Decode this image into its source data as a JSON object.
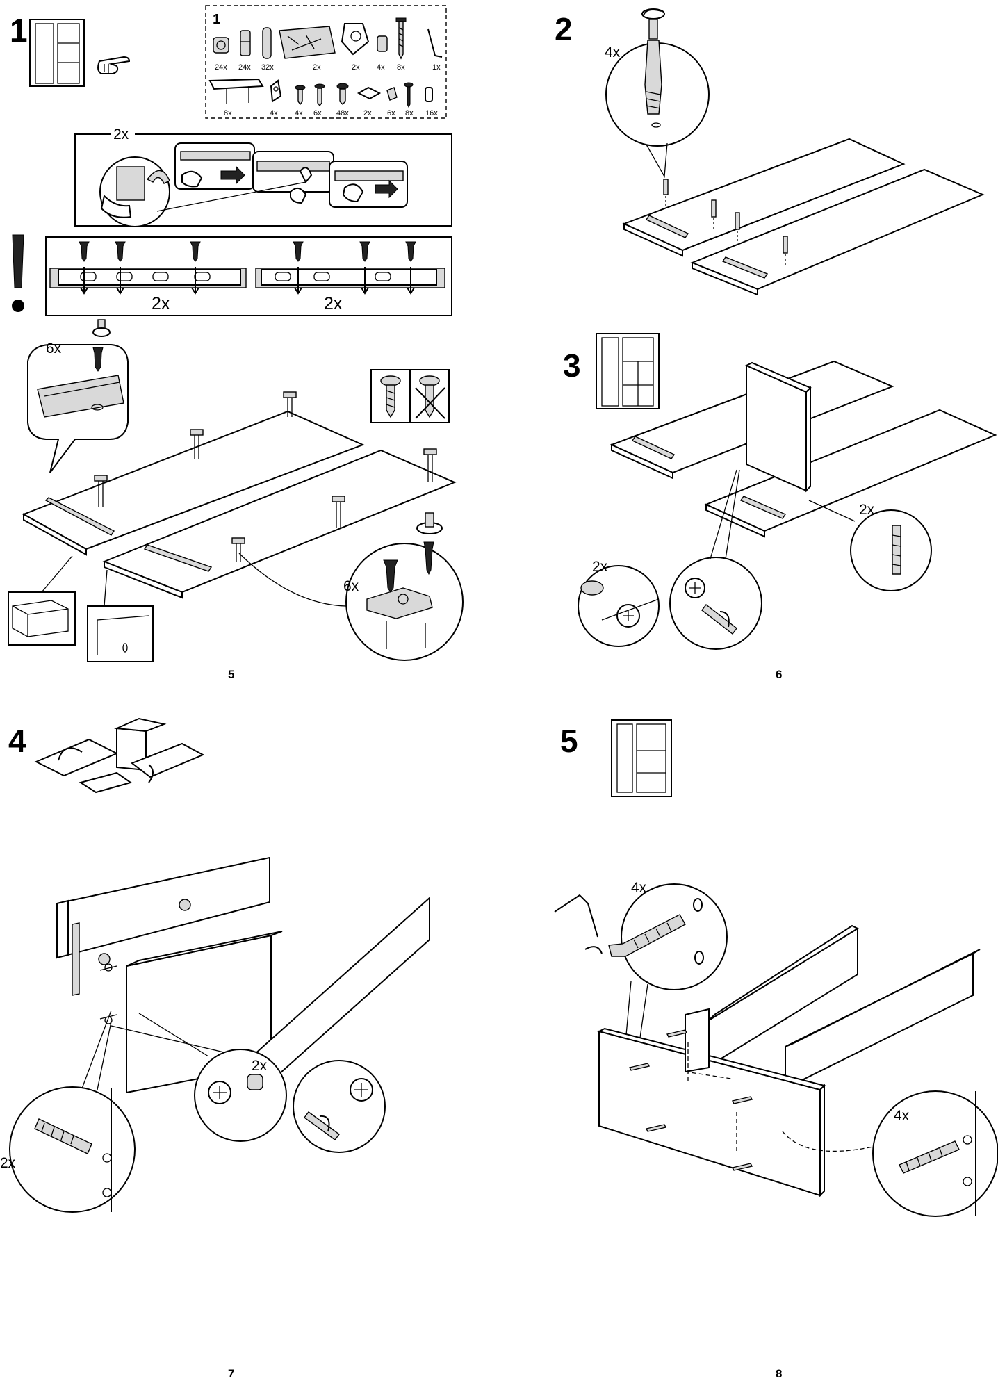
{
  "steps": [
    "1",
    "2",
    "3",
    "4",
    "5"
  ],
  "page_numbers": [
    "5",
    "6",
    "7",
    "8"
  ],
  "parts_panel": {
    "label": "1",
    "row1": [
      "24x",
      "24x",
      "32x",
      "2x",
      "2x",
      "4x",
      "8x",
      "1x"
    ],
    "row2": [
      "8x",
      "4x",
      "4x",
      "6x",
      "48x",
      "2x",
      "6x",
      "8x",
      "16x"
    ]
  },
  "step1": {
    "slide_box_qty": "2x",
    "rail_left_qty": "2x",
    "rail_right_qty": "2x",
    "detail_qty": "6x",
    "clip_qty": "6x"
  },
  "step2": {
    "dowel_qty": "4x"
  },
  "step3": {
    "dowel_qty": "2x",
    "cam_qty": "2x"
  },
  "step4": {
    "dowel_qty": "2x",
    "cam_qty": "2x"
  },
  "step5": {
    "screw_qty": "4x",
    "dowel_qty": "4x"
  },
  "icons": [
    "pointing-hand-icon",
    "exclamation-icon",
    "screw-ok-icon",
    "screw-wrong-icon",
    "screwdriver-icon",
    "allen-key-icon"
  ]
}
